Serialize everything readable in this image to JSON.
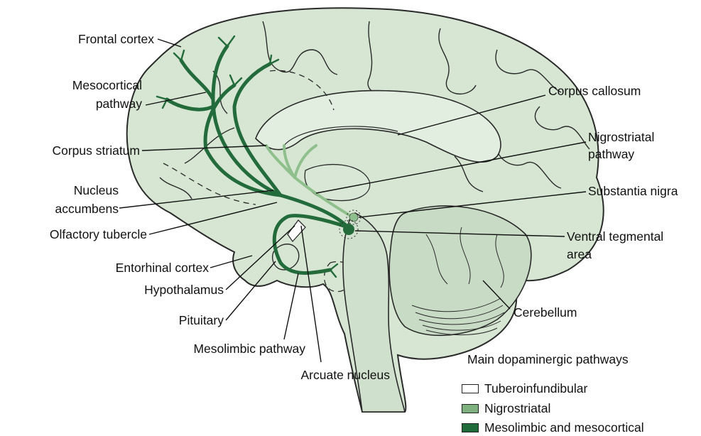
{
  "labels": {
    "frontal_cortex": "Frontal cortex",
    "mesocortical_1": "Mesocortical",
    "mesocortical_2": "pathway",
    "corpus_striatum": "Corpus striatum",
    "nucleus_accumbens_1": "Nucleus",
    "nucleus_accumbens_2": "accumbens",
    "olfactory_tubercle": "Olfactory tubercle",
    "entorhinal_cortex": "Entorhinal cortex",
    "hypothalamus": "Hypothalamus",
    "pituitary": "Pituitary",
    "mesolimbic_pathway": "Mesolimbic pathway",
    "arcuate_nucleus": "Arcuate nucleus",
    "corpus_callosum": "Corpus callosum",
    "nigrostriatal_1": "Nigrostriatal",
    "nigrostriatal_2": "pathway",
    "substantia_nigra": "Substantia nigra",
    "vta_1": "Ventral tegmental",
    "vta_2": "area",
    "cerebellum": "Cerebellum"
  },
  "legend": {
    "title": "Main dopaminergic pathways",
    "items": [
      {
        "label": "Tuberoinfundibular",
        "color": "#ffffff"
      },
      {
        "label": "Nigrostriatal",
        "color": "#7fb07f"
      },
      {
        "label": "Mesolimbic and mesocortical",
        "color": "#1f6b3a"
      }
    ]
  },
  "colors": {
    "brain_fill": "#d6e6d3",
    "outline": "#2a2a2a",
    "nigrostriatal": "#8fbf8c",
    "mesolimbic": "#236b3b"
  }
}
